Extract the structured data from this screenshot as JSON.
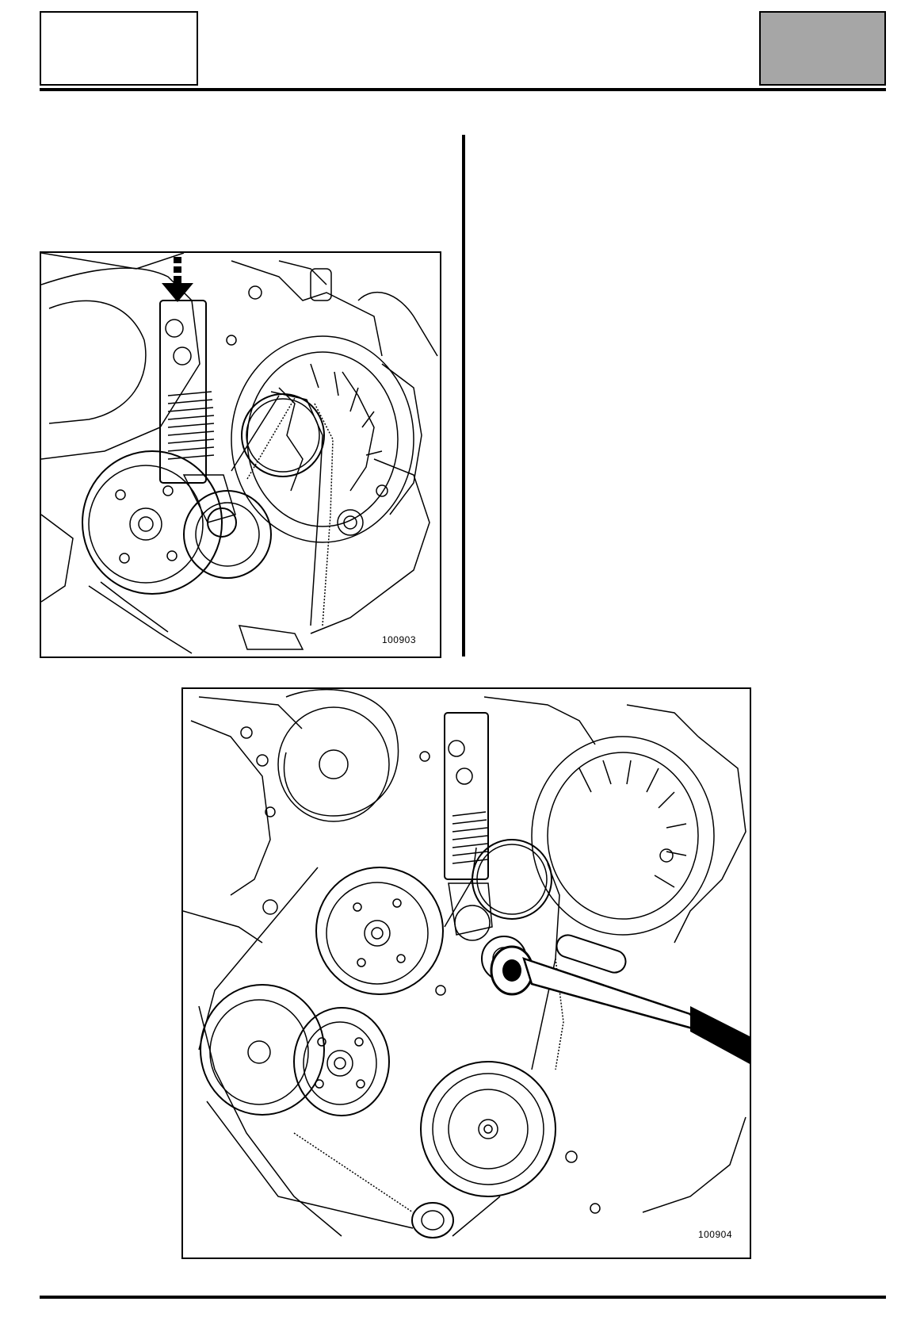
{
  "header": {
    "left_box_text": "",
    "right_box_color": "#a6a6a6"
  },
  "figures": [
    {
      "ref_number": "100903",
      "subject": "belt-tensioner-with-arrow"
    },
    {
      "ref_number": "100904",
      "subject": "belt-drive-with-wrench"
    }
  ]
}
